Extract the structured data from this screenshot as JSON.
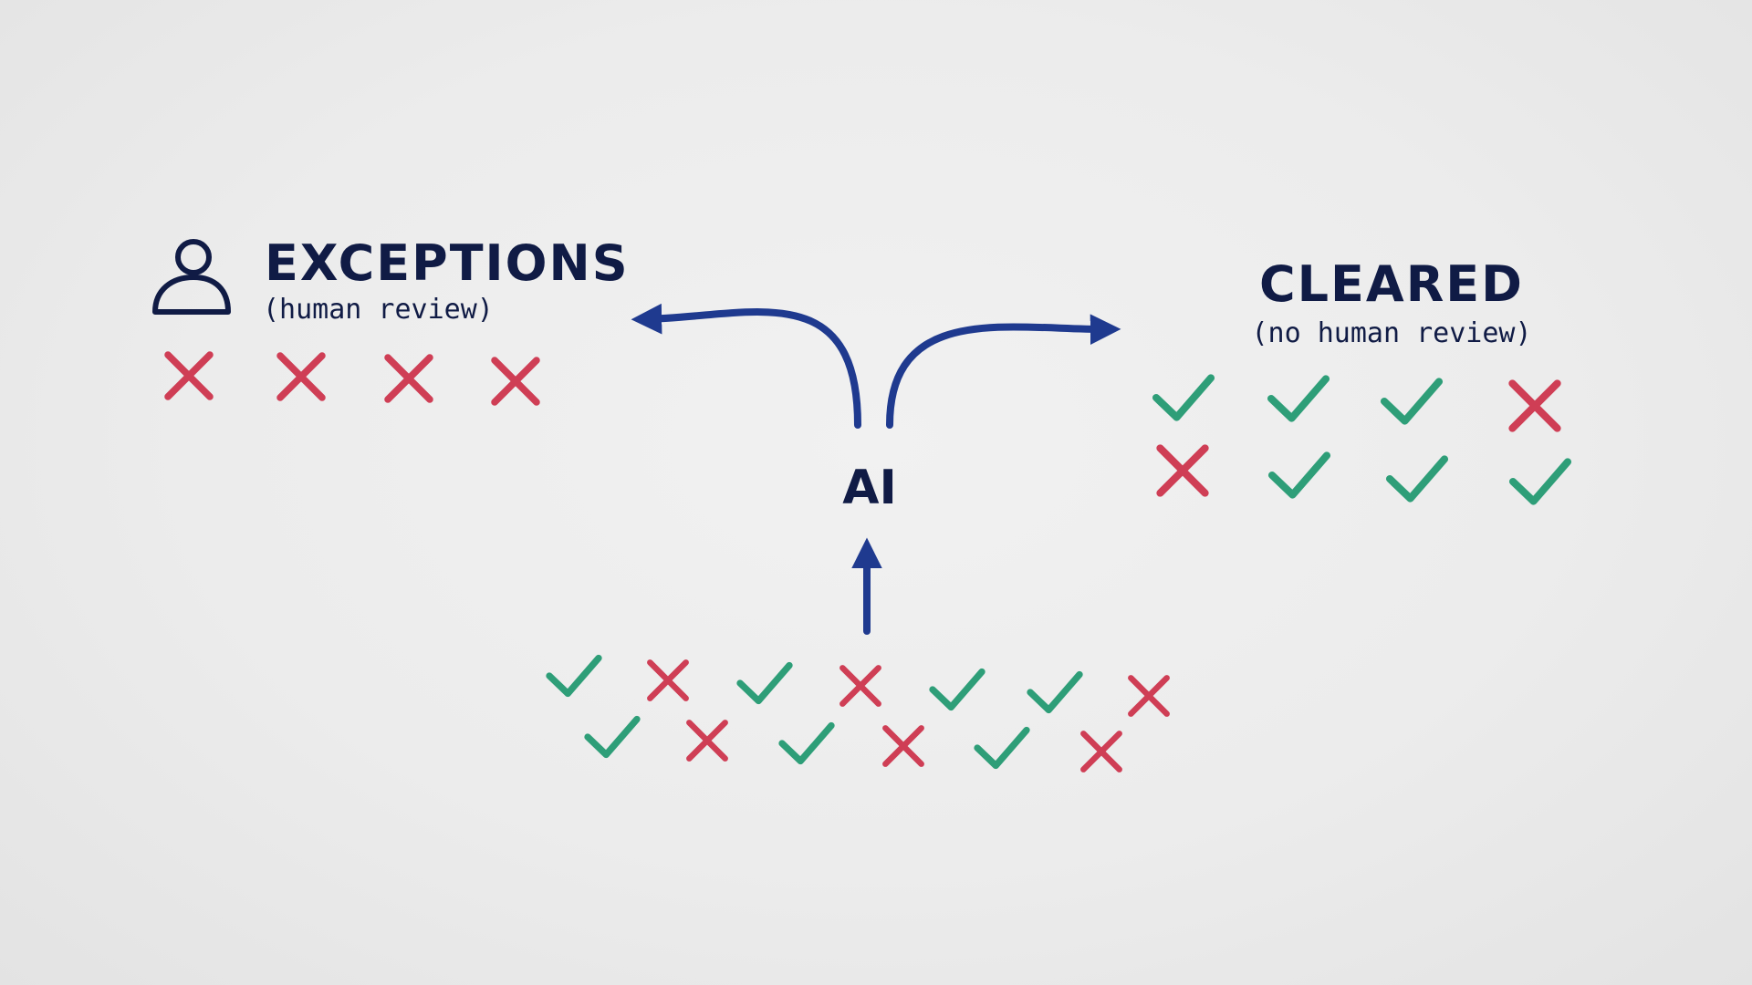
{
  "colors": {
    "background": "#eeeeee",
    "ink": "#101b45",
    "arrow": "#1f3a8f",
    "check": "#2e9e78",
    "cross": "#cf3e55"
  },
  "exceptions": {
    "icon": "person-icon",
    "title": "EXCEPTIONS",
    "subtitle": "(human review)",
    "marks": [
      "x",
      "x",
      "x",
      "x"
    ]
  },
  "cleared": {
    "title": "CLEARED",
    "subtitle": "(no human review)",
    "marks_row1": [
      "check",
      "check",
      "check",
      "x"
    ],
    "marks_row2": [
      "x",
      "check",
      "check",
      "check"
    ]
  },
  "router": {
    "label": "AI"
  },
  "input": {
    "marks_row1": [
      "check",
      "x",
      "check",
      "x",
      "check",
      "check",
      "x"
    ],
    "marks_row2": [
      "check",
      "x",
      "check",
      "x",
      "check",
      "x"
    ]
  }
}
